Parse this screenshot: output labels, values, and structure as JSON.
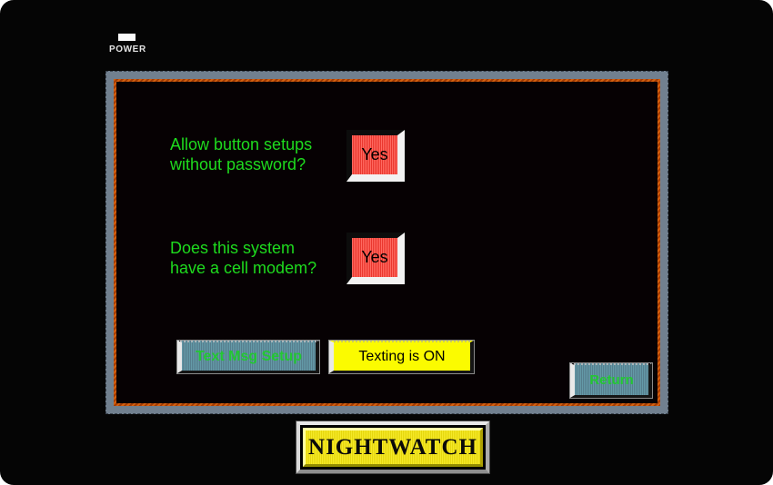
{
  "device": {
    "power_label": "POWER",
    "brand_nameplate": "NIGHTWATCH"
  },
  "screen": {
    "questions": [
      {
        "line1": "Allow button setups",
        "line2": "without password?",
        "answer": "Yes"
      },
      {
        "line1": "Does this system",
        "line2": "have a cell modem?",
        "answer": "Yes"
      }
    ],
    "buttons": {
      "text_msg_setup": "Text Msg Setup",
      "texting_status": "Texting is ON",
      "return_label": "Return"
    }
  },
  "colors": {
    "question_text_green": "#1EDB1E",
    "yes_button_red": "#EA372E",
    "panel_button_teal": "#5E8F9E",
    "panel_button_text_green": "#23C733",
    "texting_lamp_yellow": "#FBFB00",
    "screen_border_orange": "#C0500E",
    "screen_frame_gray": "#71808F",
    "brand_gold": "#EFE01C",
    "bezel_black": "#050505"
  }
}
